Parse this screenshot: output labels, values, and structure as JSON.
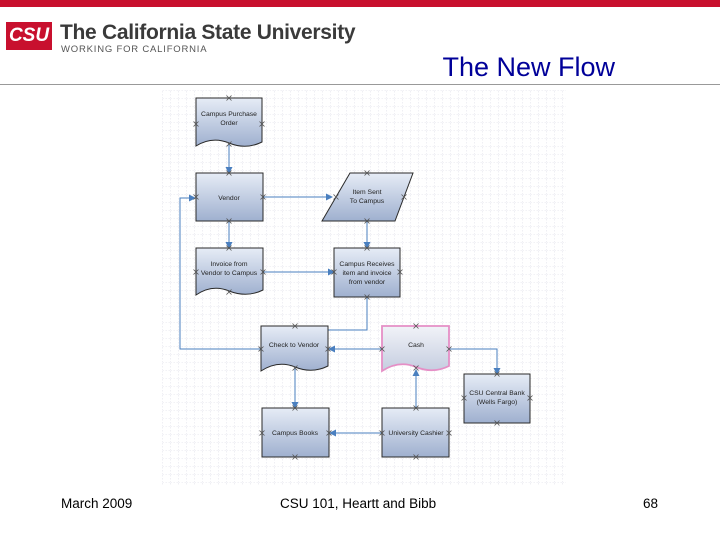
{
  "header": {
    "logo_text": "CSU",
    "university_name": "The California State University",
    "tagline": "WORKING FOR CALIFORNIA"
  },
  "slide": {
    "title": "The New Flow"
  },
  "diagram": {
    "nodes": {
      "campus_po": [
        "Campus Purchase",
        "Order"
      ],
      "vendor": [
        "Vendor"
      ],
      "item_sent": [
        "Item Sent",
        "To Campus"
      ],
      "invoice": [
        "Invoice from",
        "Vendor to Campus"
      ],
      "campus_receives": [
        "Campus Receives",
        "item and invoice",
        "from vendor"
      ],
      "check_to_vendor": [
        "Check to Vendor"
      ],
      "cash": [
        "Cash"
      ],
      "csu_central_bank": [
        "CSU Central Bank",
        "(Wells Fargo)"
      ],
      "campus_books": [
        "Campus Books"
      ],
      "university_cashier": [
        "University Cashier"
      ]
    },
    "colors": {
      "node_fill_top": "#e6ecf6",
      "node_fill_bottom": "#9fb0cf",
      "node_stroke": "#2a2a2a",
      "highlight_stroke": "#e58fc6",
      "connector": "#4a7fbf",
      "grid": "#c9c9d9"
    }
  },
  "footer": {
    "date": "March 2009",
    "course": "CSU 101, Heartt and Bibb",
    "page_number": "68"
  }
}
